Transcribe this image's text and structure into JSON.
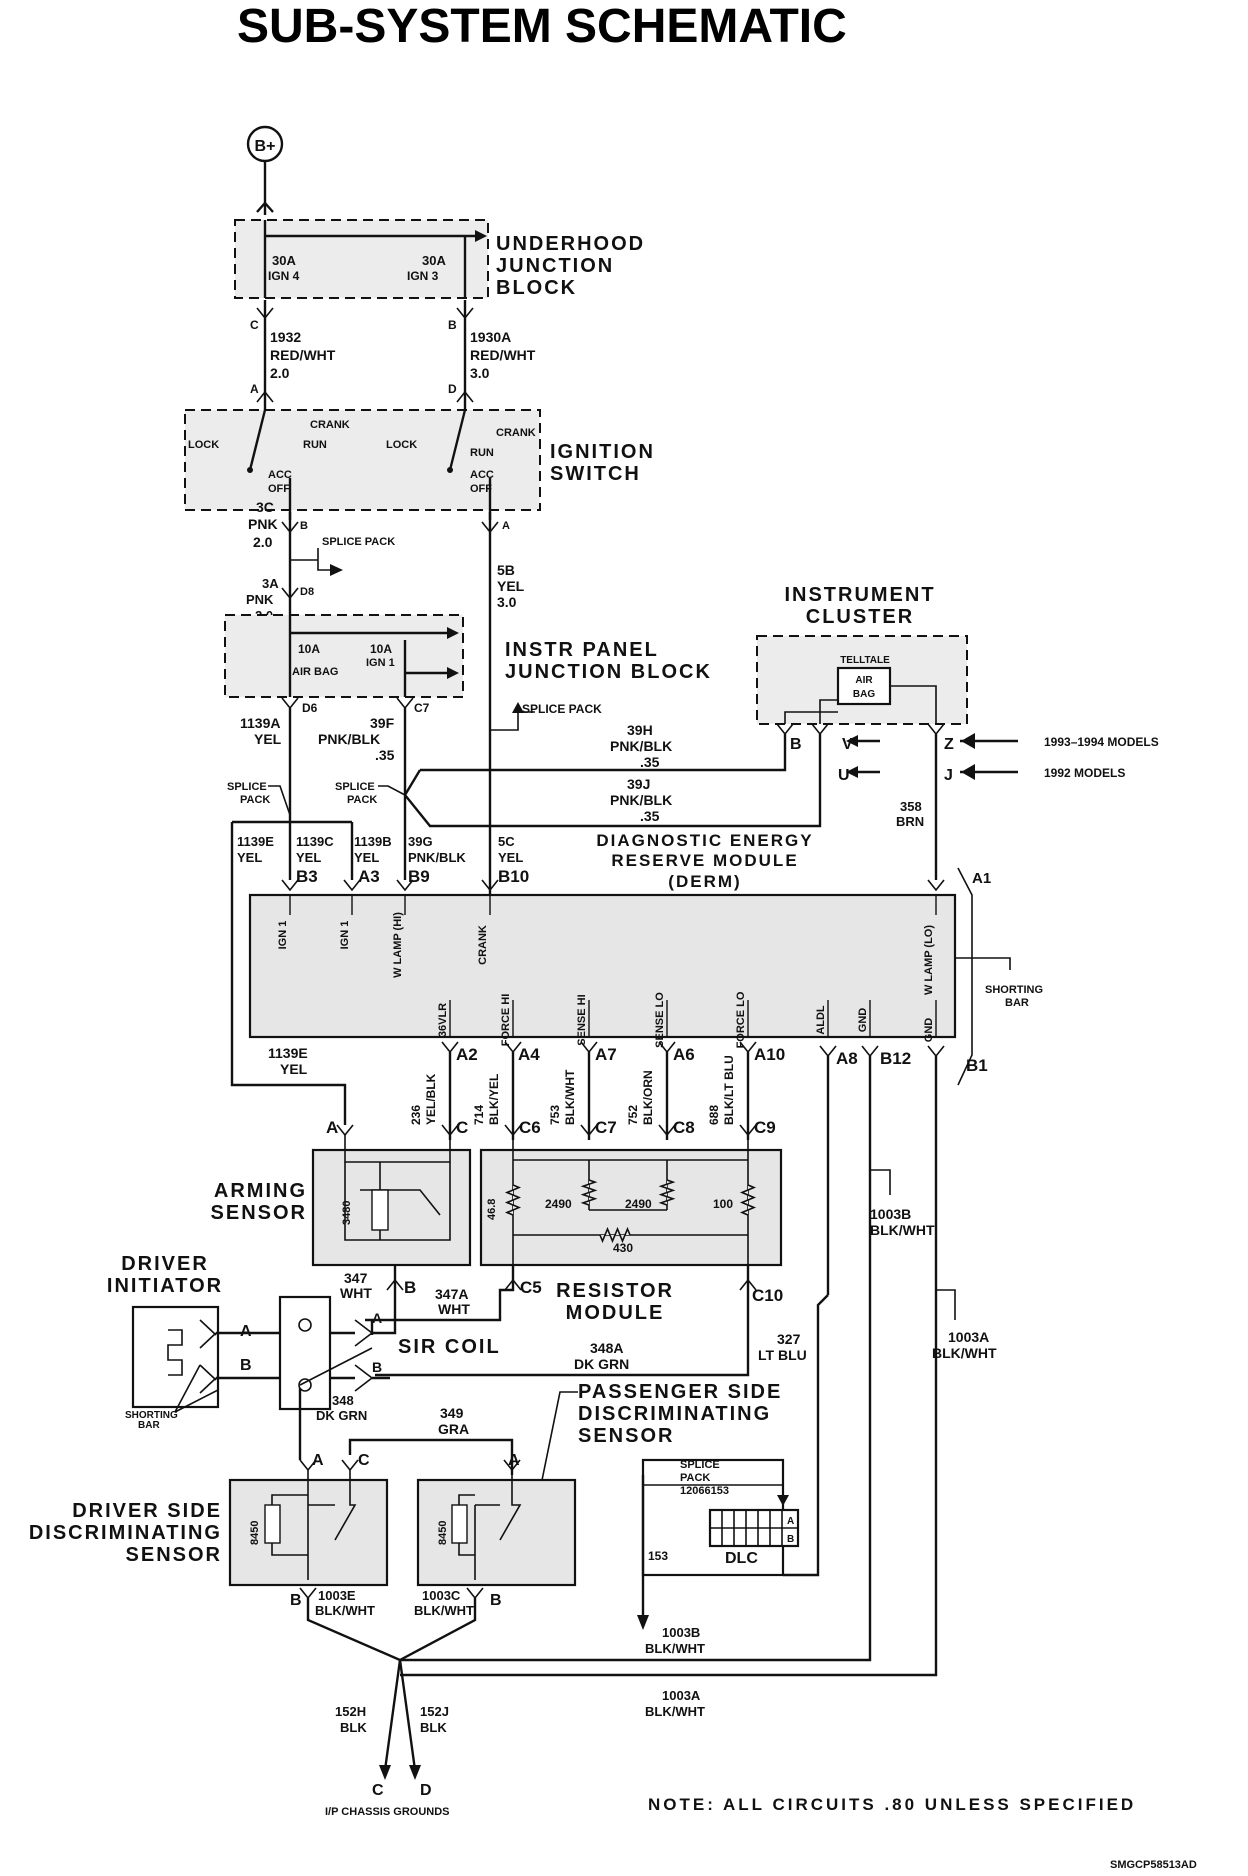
{
  "title": "SUB-SYSTEM SCHEMATIC",
  "power": "B+",
  "underhood": {
    "name_lines": [
      "UNDERHOOD",
      "JUNCTION",
      "BLOCK"
    ],
    "fuse_left": [
      "30A",
      "IGN 4"
    ],
    "fuse_right": [
      "30A",
      "IGN 3"
    ]
  },
  "wire_1932": {
    "pin_top": "C",
    "pin_bottom": "A",
    "lines": [
      "1932",
      "RED/WHT",
      "2.0"
    ]
  },
  "wire_1930a": {
    "pin_top": "B",
    "pin_bottom": "D",
    "lines": [
      "1930A",
      "RED/WHT",
      "3.0"
    ]
  },
  "ignition": {
    "name_lines": [
      "IGNITION",
      "SWITCH"
    ],
    "left": {
      "lock": "LOCK",
      "crank": "CRANK",
      "run": "RUN",
      "acc": "ACC",
      "off": "OFF"
    },
    "right": {
      "lock": "LOCK",
      "crank": "CRANK",
      "run": "RUN",
      "acc": "ACC",
      "off": "OFF"
    }
  },
  "wire_3c": {
    "lines": [
      "3C",
      "PNK",
      "2.0"
    ],
    "pin": "B"
  },
  "splice_pack_1": "SPLICE PACK",
  "wire_3a": {
    "lines": [
      "3A",
      "PNK",
      "2.0"
    ],
    "pin": "D8"
  },
  "wire_5b": {
    "pin": "A",
    "lines": [
      "5B",
      "YEL",
      "3.0"
    ]
  },
  "ipjb": {
    "name_lines": [
      "INSTR PANEL",
      "JUNCTION BLOCK"
    ],
    "fuse_left": [
      "10A",
      "AIR BAG"
    ],
    "fuse_right": [
      "10A",
      "IGN 1"
    ],
    "pin_left": "D6",
    "pin_right": "C7"
  },
  "splice_pack_2": "SPLICE PACK",
  "cluster": {
    "name_lines": [
      "INSTRUMENT",
      "CLUSTER"
    ],
    "telltale": "TELLTALE",
    "airbag_lines": [
      "AIR",
      "BAG"
    ],
    "pins": {
      "b": "B",
      "v": "V",
      "z": "Z",
      "u": "U",
      "j": "J"
    },
    "models_9394": "1993–1994 MODELS",
    "models_92": "1992 MODELS"
  },
  "wire_1139a": {
    "lines": [
      "1139A",
      "YEL"
    ]
  },
  "wire_39f": {
    "lines": [
      "39F",
      "PNK/BLK",
      ".35"
    ]
  },
  "wire_39h": {
    "lines": [
      "39H",
      "PNK/BLK",
      ".35"
    ]
  },
  "wire_39j": {
    "lines": [
      "39J",
      "PNK/BLK",
      ".35"
    ]
  },
  "wire_358": {
    "lines": [
      "358",
      "BRN"
    ]
  },
  "splice_pack_left": [
    "SPLICE",
    "PACK"
  ],
  "splice_pack_mid": [
    "SPLICE",
    "PACK"
  ],
  "derm": {
    "name_lines": [
      "DIAGNOSTIC ENERGY",
      "RESERVE MODULE",
      "(DERM)"
    ],
    "top_wires": [
      {
        "lines": [
          "1139E",
          "YEL"
        ]
      },
      {
        "lines": [
          "1139C",
          "YEL"
        ],
        "pin": "B3"
      },
      {
        "lines": [
          "1139B",
          "YEL"
        ],
        "pin": "A3"
      },
      {
        "lines": [
          "39G",
          "PNK/BLK"
        ],
        "pin": "B9"
      },
      {
        "lines": [
          "5C",
          "YEL"
        ],
        "pin": "B10"
      }
    ],
    "pin_a1": "A1",
    "internal_labels": [
      "IGN 1",
      "IGN 1",
      "W LAMP (HI)",
      "CRANK",
      "36VLR",
      "FORCE HI",
      "SENSE HI",
      "SENSE LO",
      "FORCE LO",
      "ALDL",
      "GND",
      "GND",
      "W LAMP (LO)"
    ],
    "shorting_bar": [
      "SHORTING",
      "BAR"
    ],
    "bottom_pins": [
      "A2",
      "A4",
      "A7",
      "A6",
      "A10",
      "A8",
      "B12",
      "B1"
    ]
  },
  "wire_1139e_lower": {
    "lines": [
      "1139E",
      "YEL"
    ]
  },
  "bottom_wires": [
    {
      "lines": [
        "236",
        "YEL/BLK"
      ],
      "pin": "C"
    },
    {
      "lines": [
        "714",
        "BLK/YEL"
      ],
      "pin": "C6"
    },
    {
      "lines": [
        "753",
        "BLK/WHT"
      ],
      "pin": "C7"
    },
    {
      "lines": [
        "752",
        "BLK/ORN"
      ],
      "pin": "C8"
    },
    {
      "lines": [
        "688",
        "BLK/LT BLU"
      ],
      "pin": "C9"
    }
  ],
  "arming_sensor": {
    "name_lines": [
      "ARMING",
      "SENSOR"
    ],
    "pin_a": "A",
    "resistor": "3480",
    "pin_b": "B"
  },
  "resistor_module": {
    "name_lines": [
      "RESISTOR",
      "MODULE"
    ],
    "r1": "46.8",
    "r2": "2490",
    "r3": "2490",
    "r4": "100",
    "r5": "430",
    "pin_c5": "C5",
    "pin_c10": "C10"
  },
  "driver_initiator": {
    "name_lines": [
      "DRIVER",
      "INITIATOR"
    ],
    "pin_a": "A",
    "pin_b": "B",
    "shorting_bar": [
      "SHORTING",
      "BAR"
    ]
  },
  "sir_coil": {
    "name": "SIR COIL",
    "pin_a": "A",
    "pin_b": "B"
  },
  "wire_347": {
    "lines": [
      "347",
      "WHT"
    ]
  },
  "wire_347a": {
    "lines": [
      "347A",
      "WHT"
    ]
  },
  "wire_348a": {
    "lines": [
      "348A",
      "DK GRN"
    ]
  },
  "wire_348": {
    "lines": [
      "348",
      "DK GRN"
    ]
  },
  "wire_349": {
    "lines": [
      "349",
      "GRA"
    ]
  },
  "wire_327": {
    "lines": [
      "327",
      "LT BLU"
    ]
  },
  "wire_1003b": {
    "lines": [
      "1003B",
      "BLK/WHT"
    ]
  },
  "wire_1003a": {
    "lines": [
      "1003A",
      "BLK/WHT"
    ]
  },
  "passenger_sensor": {
    "name_lines": [
      "PASSENGER SIDE",
      "DISCRIMINATING",
      "SENSOR"
    ],
    "pin_a": "A",
    "resistor": "8450",
    "pin_b": "B"
  },
  "driver_sensor": {
    "name_lines": [
      "DRIVER SIDE",
      "DISCRIMINATING",
      "SENSOR"
    ],
    "pin_a": "A",
    "pin_c": "C",
    "resistor": "8450",
    "pin_b": "B"
  },
  "splice_pack_dlc": [
    "SPLICE",
    "PACK",
    "12066153"
  ],
  "dlc": {
    "name": "DLC",
    "pin_a": "A",
    "pin_b": "B"
  },
  "wire_153": "153",
  "wire_1003e": {
    "lines": [
      "1003E",
      "BLK/WHT"
    ]
  },
  "wire_1003c": {
    "lines": [
      "1003C",
      "BLK/WHT"
    ]
  },
  "wire_1003b_low": {
    "lines": [
      "1003B",
      "BLK/WHT"
    ]
  },
  "wire_1003a_low": {
    "lines": [
      "1003A",
      "BLK/WHT"
    ]
  },
  "wire_152h": {
    "lines": [
      "152H",
      "BLK"
    ],
    "pin": "C"
  },
  "wire_152j": {
    "lines": [
      "152J",
      "BLK"
    ],
    "pin": "D"
  },
  "grounds": "I/P CHASSIS GROUNDS",
  "note": "NOTE: ALL CIRCUITS .80 UNLESS SPECIFIED",
  "code": "SMGCP58513AD"
}
